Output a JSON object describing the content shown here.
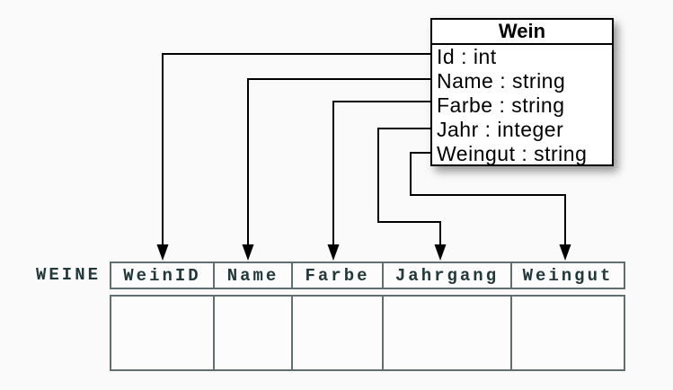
{
  "diagram": {
    "class_box": {
      "title": "Wein",
      "attributes": [
        "Id : int",
        "Name : string",
        "Farbe : string",
        "Jahr : integer",
        "Weingut : string"
      ]
    },
    "table": {
      "label": "WEINE",
      "columns": [
        "WeinID",
        "Name",
        "Farbe",
        "Jahrgang",
        "Weingut"
      ],
      "body_row": [
        "",
        "",
        "",
        "",
        ""
      ]
    },
    "mappings": [
      {
        "from": "Id",
        "to": "WeinID"
      },
      {
        "from": "Name",
        "to": "Name"
      },
      {
        "from": "Farbe",
        "to": "Farbe"
      },
      {
        "from": "Jahr",
        "to": "Jahrgang"
      },
      {
        "from": "Weingut",
        "to": "Weingut"
      }
    ],
    "colors": {
      "background": "#fafafa",
      "box_fill": "#ffffff",
      "box_border": "#000000",
      "connector": "#000000",
      "table_border": "#5f6f6f",
      "table_fill": "#fcfcfc",
      "table_text": "#22383a"
    }
  }
}
